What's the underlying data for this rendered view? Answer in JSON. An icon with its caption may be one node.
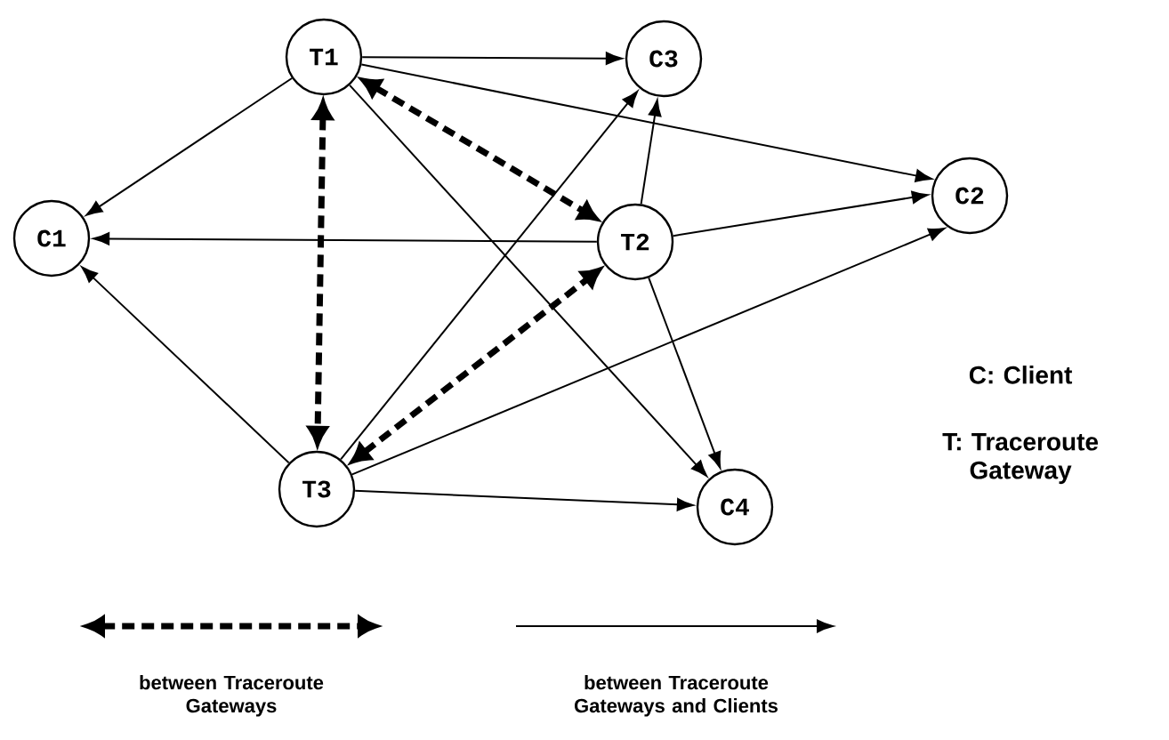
{
  "diagram": {
    "nodes": [
      {
        "text": [
          "T1"
        ]
      },
      {
        "text": [
          "C3"
        ]
      },
      {
        "text": [
          "C2"
        ]
      },
      {
        "text": [
          "C1"
        ]
      },
      {
        "text": [
          "T2"
        ]
      },
      {
        "text": [
          "T3"
        ]
      },
      {
        "text": [
          "C4"
        ]
      }
    ],
    "edges": [
      {
        "from": 0,
        "to": 1,
        "arrow": "to"
      },
      {
        "from": 0,
        "to": 2,
        "arrow": "to"
      },
      {
        "from": 0,
        "to": 3,
        "arrow": "to"
      },
      {
        "from": 0,
        "to": 6,
        "arrow": "to"
      },
      {
        "from": 0,
        "to": 4,
        "arrow": "both",
        "style": "dashed"
      },
      {
        "from": 0,
        "to": 5,
        "arrow": "both",
        "style": "dashed"
      },
      {
        "from": 4,
        "to": 3,
        "arrow": "to"
      },
      {
        "from": 4,
        "to": 1,
        "arrow": "to"
      },
      {
        "from": 4,
        "to": 2,
        "arrow": "to"
      },
      {
        "from": 4,
        "to": 6,
        "arrow": "to"
      },
      {
        "from": 5,
        "to": 3,
        "arrow": "to"
      },
      {
        "from": 5,
        "to": 1,
        "arrow": "to"
      },
      {
        "from": 5,
        "to": 2,
        "arrow": "to"
      },
      {
        "from": 5,
        "to": 6,
        "arrow": "to"
      },
      {
        "from": 5,
        "to": 4,
        "arrow": "both",
        "style": "dashed"
      }
    ],
    "labels": [
      "C: Client",
      "T: Traceroute Gateway"
    ],
    "legend": [
      {
        "text": "between Traceroute Gateways"
      },
      {
        "text": "between Traceroute Gateways and Clients"
      }
    ]
  }
}
